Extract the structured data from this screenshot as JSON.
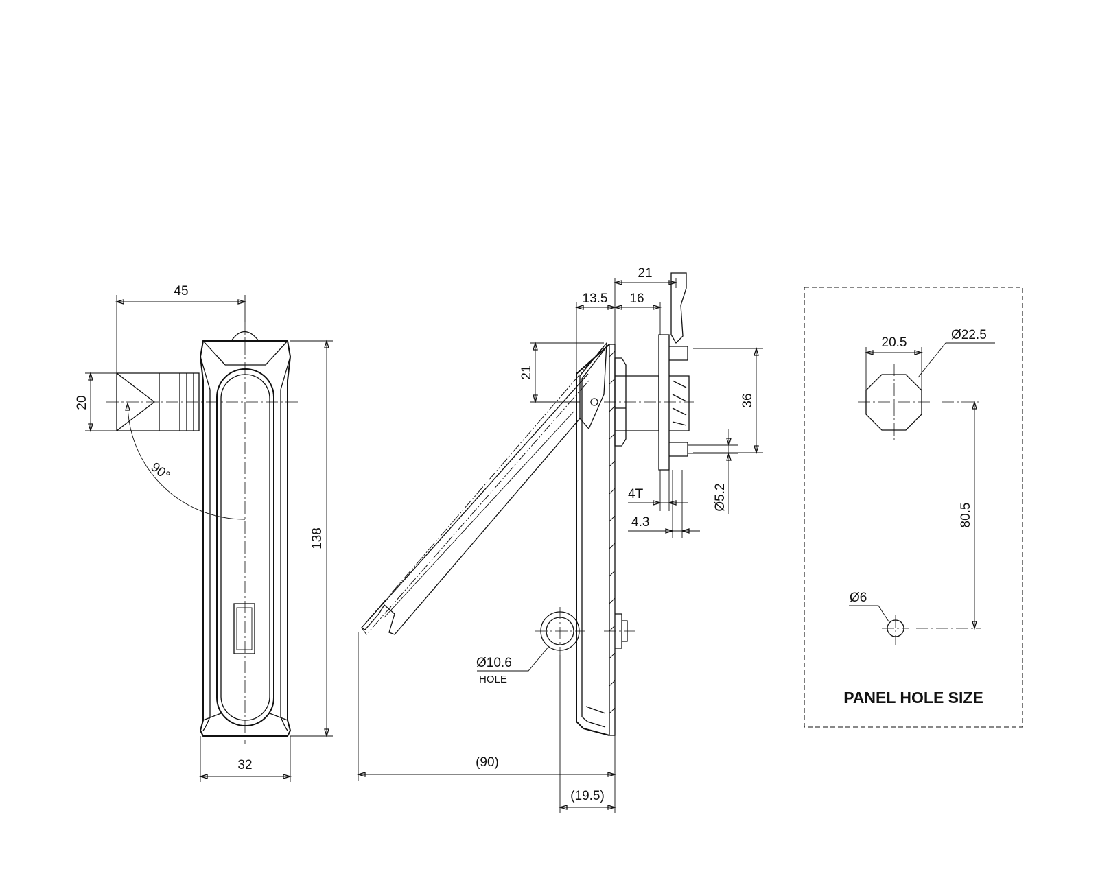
{
  "front_view": {
    "dim_width": "45",
    "dim_handle_height": "20",
    "dim_angle": "90°",
    "dim_length": "138",
    "dim_body_width": "32"
  },
  "side_view": {
    "dim_top_total": "21",
    "dim_left_offset": "13.5",
    "dim_right_offset": "16",
    "dim_vertical_offset": "21",
    "dim_bolt_spacing": "36",
    "dim_thickness_a": "4T",
    "dim_thickness_b": "4.3",
    "dim_bolt_diameter": "Ø5.2",
    "dim_hole_diameter": "Ø10.6",
    "hole_label": "HOLE",
    "dim_open_reach": "(90)",
    "dim_depth": "(19.5)"
  },
  "panel": {
    "dim_flat_width": "20.5",
    "dim_main_diameter": "Ø22.5",
    "dim_center_distance": "80.5",
    "dim_small_diameter": "Ø6",
    "title": "PANEL HOLE SIZE"
  }
}
